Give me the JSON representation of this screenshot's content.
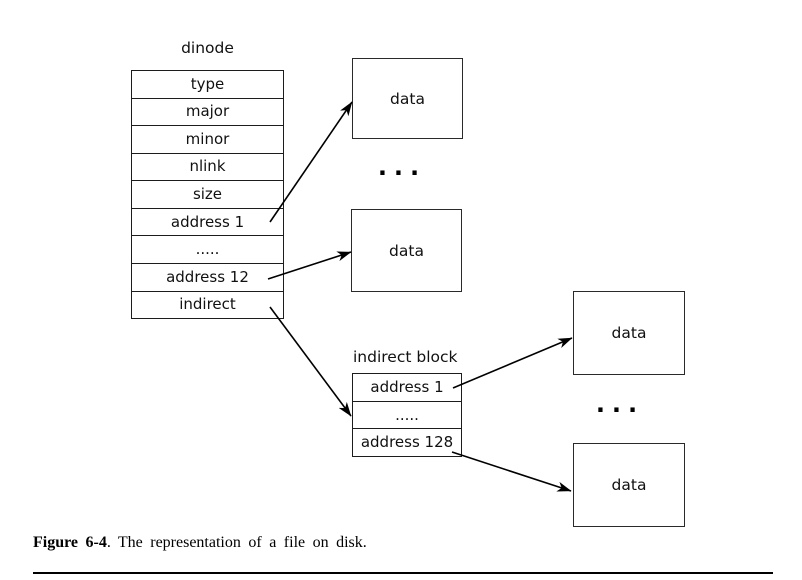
{
  "dinode": {
    "title": "dinode",
    "rows": [
      "type",
      "major",
      "minor",
      "nlink",
      "size",
      "address 1",
      ".....",
      "address 12",
      "indirect"
    ]
  },
  "indirect_block": {
    "title": "indirect block",
    "rows": [
      "address 1",
      ".....",
      "address 128"
    ]
  },
  "data_label": "data",
  "ellipsis": "...",
  "caption": {
    "label": "Figure 6-4",
    "period": ".",
    "text": "The representation of a file on disk."
  },
  "colors": {
    "ink": "#000000",
    "background": "#ffffff"
  }
}
